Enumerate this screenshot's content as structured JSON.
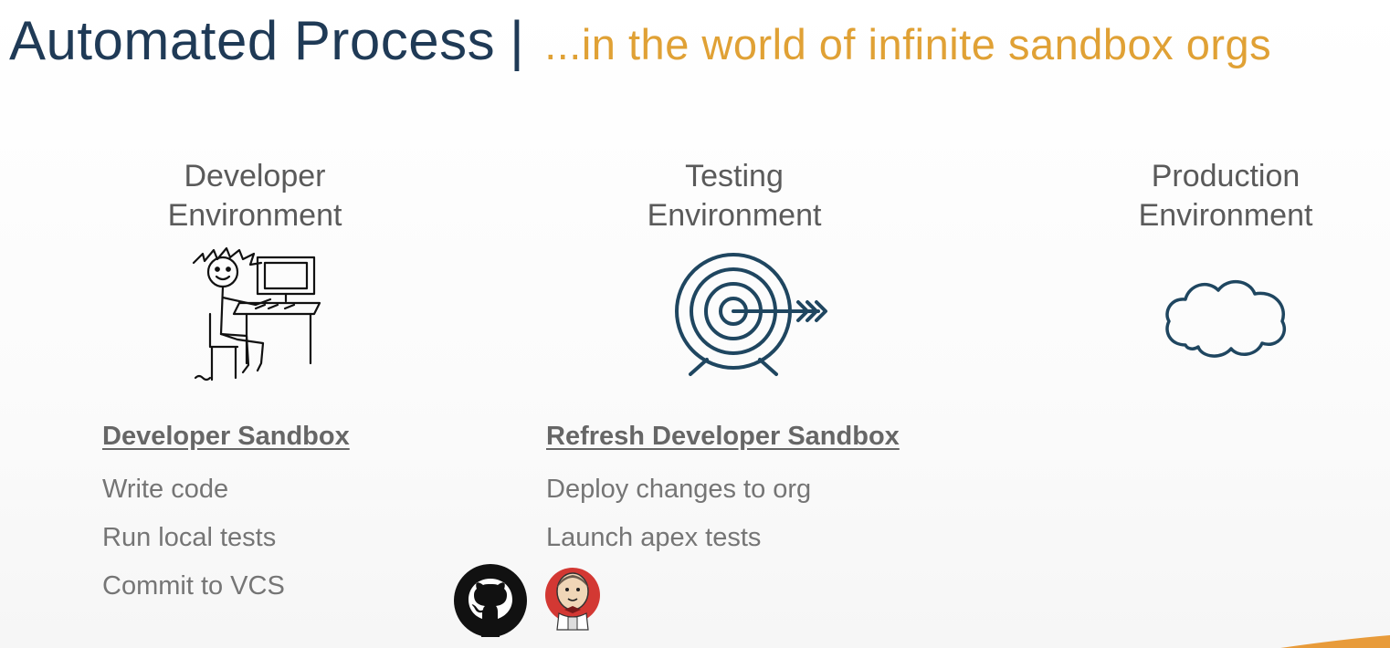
{
  "header": {
    "title": "Automated Process",
    "separator": "|",
    "subtitle": "...in the world of infinite sandbox orgs"
  },
  "environments": [
    {
      "title_line1": "Developer",
      "title_line2": "Environment",
      "icon": "developer-drawing-icon",
      "list_heading": "Developer Sandbox",
      "items": [
        "Write code",
        "Run local tests",
        "Commit to VCS"
      ]
    },
    {
      "title_line1": "Testing",
      "title_line2": "Environment",
      "icon": "target-icon",
      "list_heading": "Refresh Developer Sandbox",
      "items": [
        "Deploy changes to org",
        "Launch apex tests"
      ]
    },
    {
      "title_line1": "Production",
      "title_line2": "Environment",
      "icon": "cloud-icon"
    }
  ],
  "tool_logos": [
    "github-icon",
    "jenkins-icon"
  ],
  "colors": {
    "title": "#1f3a56",
    "subtitle": "#e0a135",
    "icon_stroke": "#1f4660",
    "body_text": "#757575",
    "accent": "#e89b3a"
  }
}
